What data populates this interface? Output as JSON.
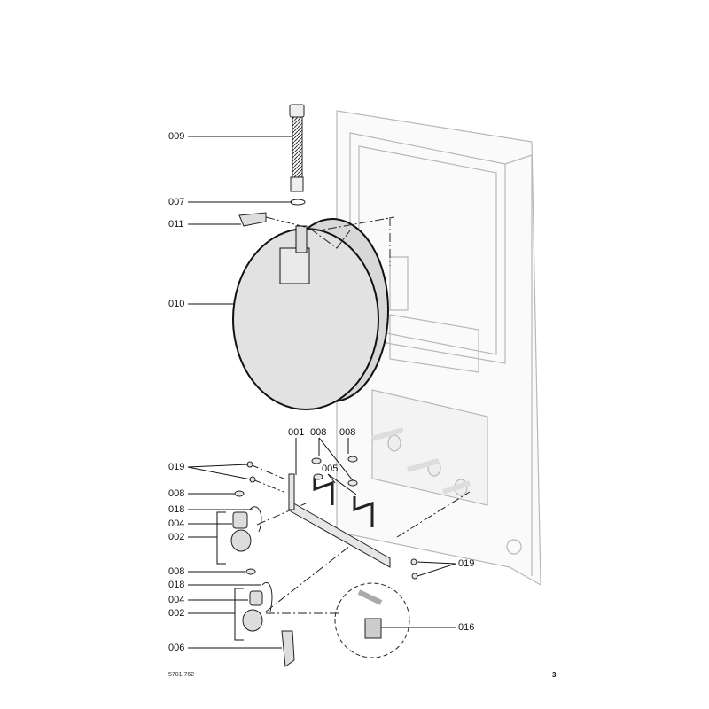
{
  "labels": {
    "l009": "009",
    "l007": "007",
    "l011": "011",
    "l010": "010",
    "l001": "001",
    "l008a": "008",
    "l008b": "008",
    "l005": "005",
    "l019a": "019",
    "l008c": "008",
    "l018a": "018",
    "l004a": "004",
    "l002a": "002",
    "l008d": "008",
    "l018b": "018",
    "l004b": "004",
    "l002b": "002",
    "l006": "006",
    "l019b": "019",
    "l016": "016"
  },
  "footer": {
    "doc_number": "5781 762",
    "page_number": "3"
  }
}
